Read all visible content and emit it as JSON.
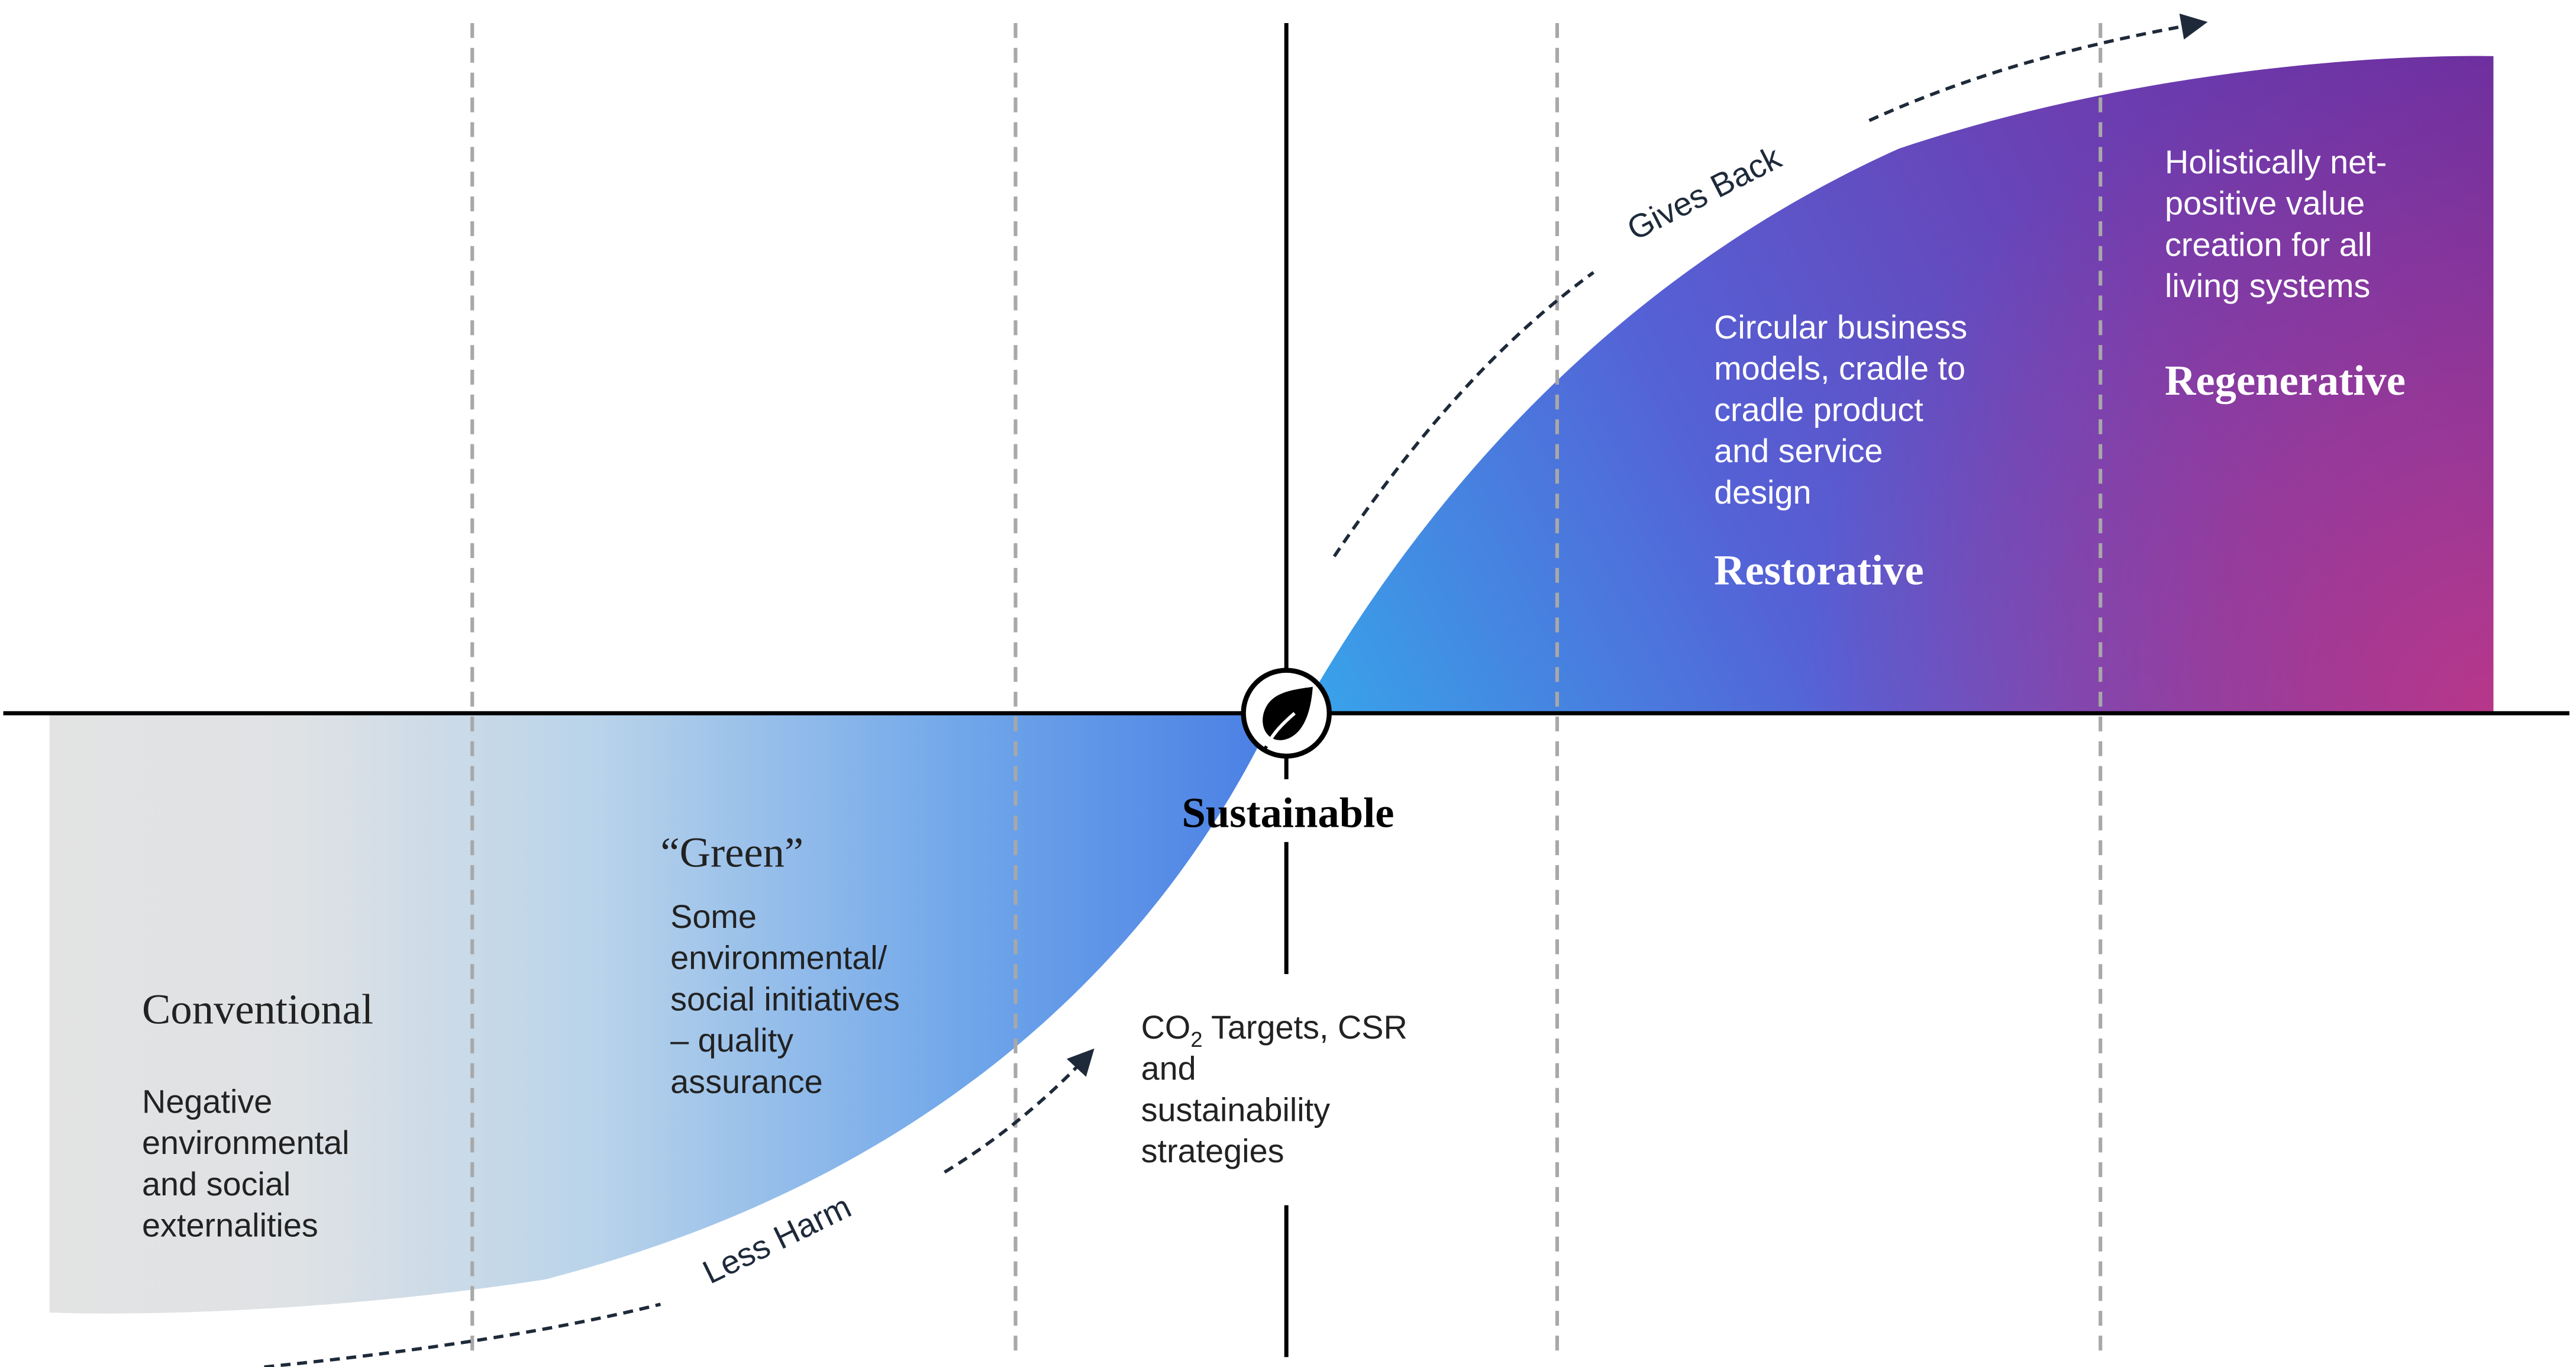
{
  "stages": {
    "conventional": {
      "title": "Conventional",
      "lines": [
        "Negative",
        "environmental",
        "and social",
        "externalities"
      ]
    },
    "green": {
      "title": "“Green”",
      "lines": [
        "Some",
        "environmental/",
        "social initiatives",
        "– quality",
        "assurance"
      ]
    },
    "sustainable": {
      "title": "Sustainable",
      "co2": "CO",
      "co2_sub": "2",
      "line1_rest": " Targets, CSR",
      "lines": [
        "and",
        "sustainability",
        "strategies"
      ]
    },
    "restorative": {
      "title": "Restorative",
      "lines": [
        "Circular business",
        "models, cradle to",
        "cradle product",
        "and service",
        "design"
      ]
    },
    "regenerative": {
      "title": "Regenerative",
      "lines": [
        "Holistically net-",
        "positive value",
        "creation for all",
        "living systems"
      ]
    }
  },
  "arrows": {
    "less_harm": "Less Harm",
    "gives_back": "Gives Back"
  },
  "center_icon": "leaf-icon",
  "colors": {
    "grey": "#e3e3e3",
    "light_blue": "#b8d3ea",
    "blue": "#4a80e6",
    "cyan": "#38a3ea",
    "indigo": "#5b5ad2",
    "purple": "#6a34a6",
    "magenta": "#b23a8c"
  }
}
